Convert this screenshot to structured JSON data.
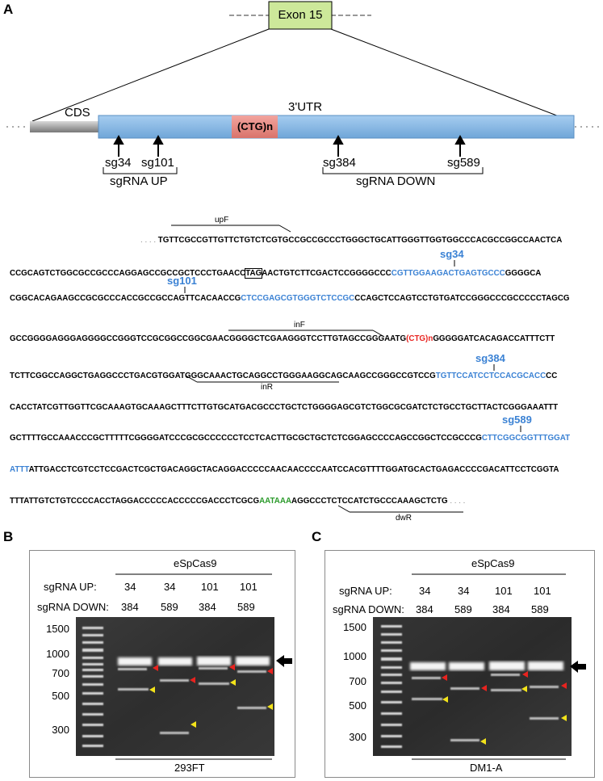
{
  "panelA": {
    "letter": "A",
    "exon_label": "Exon 15",
    "cds_label": "CDS",
    "utr_label": "3'UTR",
    "ctg_label": "(CTG)n",
    "sites": [
      "sg34",
      "sg101",
      "sg384",
      "sg589"
    ],
    "group_up": "sgRNA UP",
    "group_down": "sgRNA DOWN",
    "primers": {
      "upF": "upF",
      "inF": "inF",
      "inR": "inR",
      "dwR": "dwR"
    },
    "seq_sg_labels": {
      "sg34": "sg34",
      "sg101": "sg101",
      "sg384": "sg384",
      "sg589": "sg589"
    },
    "seq": {
      "l1_dots": ". . . .",
      "l1": "TGTTCGCCGTTGTTCTGTCTCGTGCCGCCGCCCTGGGCTGCATTGGGTTGGTGGCCCACGCCGGCCAACTCA",
      "l2a": "CCGCAGTCTGGCGCCGCCCAGGAGCCGCCGCTCCCTGAACC",
      "l2box": "TAG",
      "l2b": "AACTGTCTTCGACTCCGGGGCCC",
      "l2blue": "CGTTGGAAGACTGAGTGCCC",
      "l2c": "GGGGCA",
      "l3a": "CGGCACAGAAGCCGCGCCCACCGCCGCCAGTTCACAACCG",
      "l3blue": "CTCCGAGCGTGGGTCTCCGC",
      "l3b": "CCAGCTCCAGTCCTGTGATCCGGGCCCGCCCCCTAGCG",
      "l4a": "GCCGGGGAGGGAGGGGCCGGGTCCGCGGCCGGCGAACGGGGCTCGAAGGGTCCTTGTAGCCGGGAATG",
      "l4ctg": "(CTG)n",
      "l4b": "GGGGGATCACAGACCATTTCTT",
      "l5a": "TCTTCGGCCAGGCTGAGGCCCTGACGTGGATGGGCAAACTGCAGGCCTGGGAAGGCAGCAAGCCGGGCCGTCCG",
      "l5blue": "TGTTCCATCCTCCACGCACC",
      "l5b": "CC",
      "l6": "CACCTATCGTTGGTTCGCAAAGTGCAAAGCTTTCTTGTGCATGACGCCCTGCTCTGGGGAGCGTCTGGCGCGATCTCTGCCTGCTTACTCGGGAAATTT",
      "l7a": "GCTTTTGCCAAACCCGCTTTTTCGGGGATCCCGCGCCCCCCTCCTCACTTGCGCTGCTCTCGGAGCCCCAGCCGGCTCCGCCCG",
      "l7blue": "CTTCGGCGGTTTGGAT",
      "l8blue": "ATTT",
      "l8": "ATTGACCTCGTCCTCCGACTCGCTGACAGGCTACAGGACCCCCAACAACCCCAATCCACGTTTTGGATGCACTGAGACCCCGACATTCCTCGGTA",
      "l9a": "TTTATTGTCTGTCCCCACCTAGGACCCCCACCCCCGACCCTCGCG",
      "l9green": "AATAAA",
      "l9b": "AGGCCCTCTCCATCTGCCCAAAGCTCTG",
      "l9_dots": ". . . ."
    }
  },
  "panelB": {
    "letter": "B",
    "enzyme": "eSpCas9",
    "row_up_label": "sgRNA UP:",
    "row_down_label": "sgRNA DOWN:",
    "lanes": [
      {
        "up": "34",
        "down": "384"
      },
      {
        "up": "34",
        "down": "589"
      },
      {
        "up": "101",
        "down": "384"
      },
      {
        "up": "101",
        "down": "589"
      }
    ],
    "ladder": [
      "1500",
      "1000",
      "700",
      "500",
      "300"
    ],
    "cell_line": "293FT"
  },
  "panelC": {
    "letter": "C",
    "enzyme": "eSpCas9",
    "row_up_label": "sgRNA UP:",
    "row_down_label": "sgRNA DOWN:",
    "lanes": [
      {
        "up": "34",
        "down": "384"
      },
      {
        "up": "34",
        "down": "589"
      },
      {
        "up": "101",
        "down": "384"
      },
      {
        "up": "101",
        "down": "589"
      }
    ],
    "ladder": [
      "1500",
      "1000",
      "700",
      "500",
      "300"
    ],
    "cell_line": "DM1-A"
  },
  "colors": {
    "exon_fill": "#cde89a",
    "utr_fill": "#8fbde6",
    "cds_fill": "#a9a9a9",
    "ctg_fill": "#e98b85",
    "sg_blue": "#3b82d4",
    "red_marker": "#e8231f",
    "yellow_marker": "#f3e31a"
  }
}
